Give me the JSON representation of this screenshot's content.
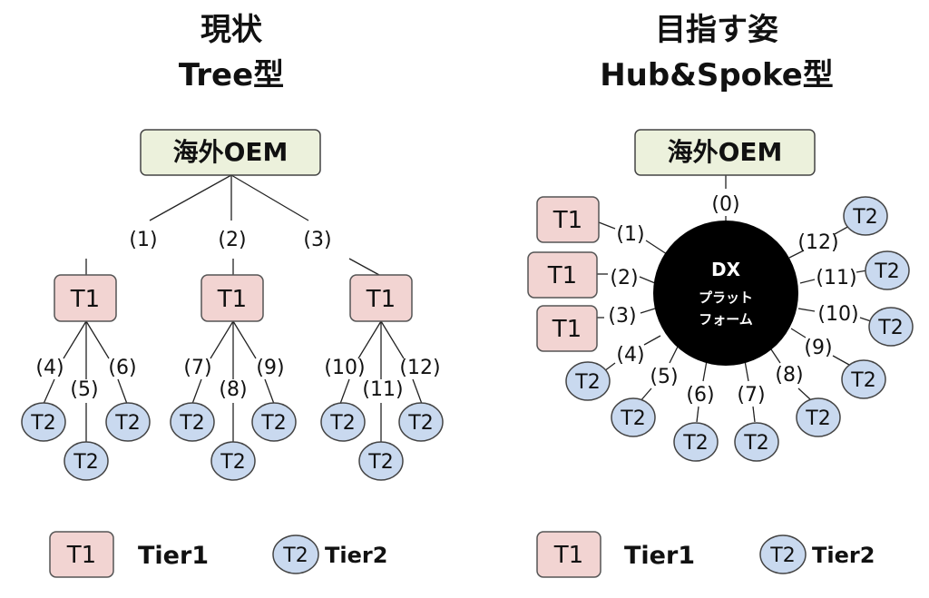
{
  "left": {
    "title_line1": "現状",
    "title_line2": "Tree型",
    "root": "海外OEM",
    "t1_label": "T1",
    "t2_label": "T2",
    "edges_t1": [
      "(1)",
      "(2)",
      "(3)"
    ],
    "edges_t2": [
      "(4)",
      "(5)",
      "(6)",
      "(7)",
      "(8)",
      "(9)",
      "(10)",
      "(11)",
      "(12)"
    ]
  },
  "right": {
    "title_line1": "目指す姿",
    "title_line2": "Hub&Spoke型",
    "root": "海外OEM",
    "hub_line1": "DX",
    "hub_line2": "プラット",
    "hub_line3": "フォーム",
    "t1_label": "T1",
    "t2_label": "T2",
    "edges": [
      "(0)",
      "(1)",
      "(2)",
      "(3)",
      "(4)",
      "(5)",
      "(6)",
      "(7)",
      "(8)",
      "(9)",
      "(10)",
      "(11)",
      "(12)"
    ]
  },
  "legend": {
    "t1_box": "T1",
    "t1_text": "Tier1",
    "t2_circle": "T2",
    "t2_text": "Tier2"
  },
  "colors": {
    "oem_fill": "#ecf1dc",
    "t1_fill": "#f2d4d2",
    "t2_fill": "#c9d9ef",
    "hub_fill": "#000000"
  }
}
